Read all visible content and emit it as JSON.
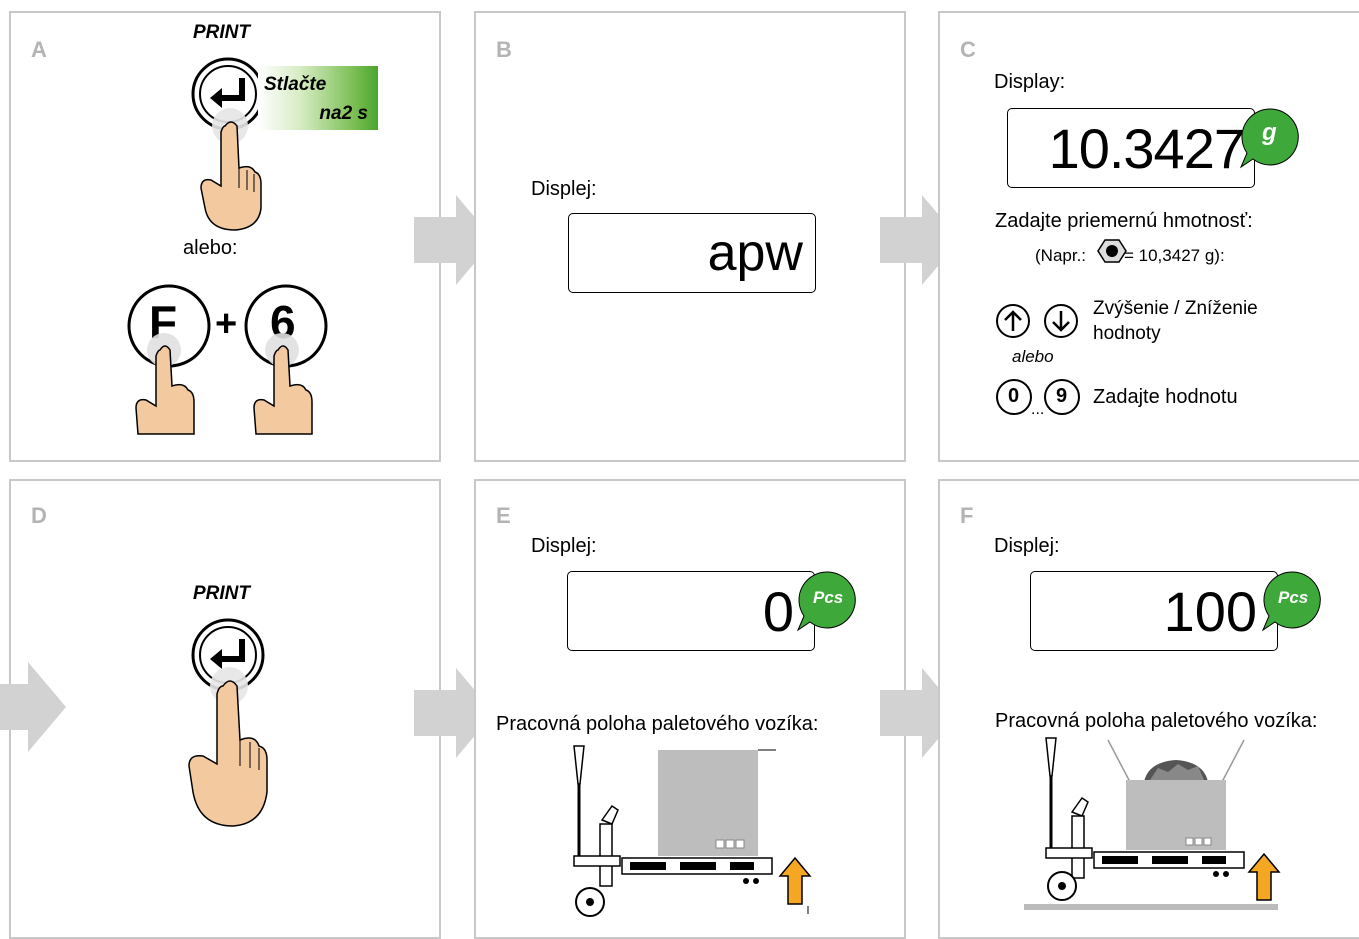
{
  "panels": {
    "a": {
      "label": "A",
      "print_label": "PRINT",
      "press_line1": "Stlačte",
      "press_line2": "na2 s",
      "or_text": "alebo:",
      "key_f": "F",
      "plus": "+",
      "key_6": "6"
    },
    "b": {
      "label": "B",
      "display_label": "Displej:",
      "display_value": "apw"
    },
    "c": {
      "label": "C",
      "display_label": "Display:",
      "display_value": "10.3427",
      "unit": "g",
      "instruction": "Zadajte priemernú hmotnosť:",
      "example_prefix": "(Napr.:",
      "example_suffix": " = 10,3427 g):",
      "updown_text_line1": "Zvýšenie / Zníženie",
      "updown_text_line2": "hodnoty",
      "or_text": "alebo",
      "key_0": "0",
      "key_9": "9",
      "key_dots": "...",
      "enter_value_text": "Zadajte hodnotu"
    },
    "d": {
      "label": "D",
      "print_label": "PRINT"
    },
    "e": {
      "label": "E",
      "display_label": "Displej:",
      "display_value": "0",
      "unit": "Pcs",
      "position_text": "Pracovná poloha paletového vozíka:"
    },
    "f": {
      "label": "F",
      "display_label": "Displej:",
      "display_value": "100",
      "unit": "Pcs",
      "position_text": "Pracovná poloha paletového vozíka:"
    }
  },
  "colors": {
    "border": "#c8c8c8",
    "label": "#b4b4b4",
    "arrow": "#d2d2d2",
    "bubble": "#3ea83a",
    "finger": "#f3c9a0",
    "lift_arrow": "#f5a623",
    "box": "#bdbdbd"
  }
}
